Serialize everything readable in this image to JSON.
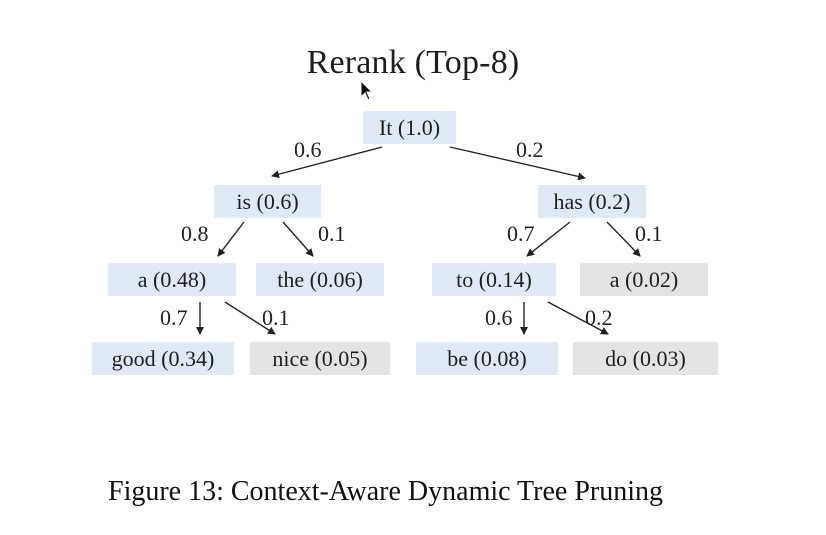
{
  "title": "Rerank (Top-8)",
  "nodes": {
    "root": "It (1.0)",
    "is": "is (0.6)",
    "has": "has (0.2)",
    "a1": "a (0.48)",
    "the": "the (0.06)",
    "to": "to (0.14)",
    "a2": "a (0.02)",
    "good": "good (0.34)",
    "nice": "nice (0.05)",
    "be": "be (0.08)",
    "do": "do (0.03)"
  },
  "edge_labels": {
    "root_is": "0.6",
    "root_has": "0.2",
    "is_a": "0.8",
    "is_the": "0.1",
    "has_to": "0.7",
    "has_a": "0.1",
    "a_good": "0.7",
    "a_nice": "0.1",
    "to_be": "0.6",
    "to_do": "0.2"
  },
  "caption": "Figure 13: Context-Aware Dynamic Tree Pruning"
}
